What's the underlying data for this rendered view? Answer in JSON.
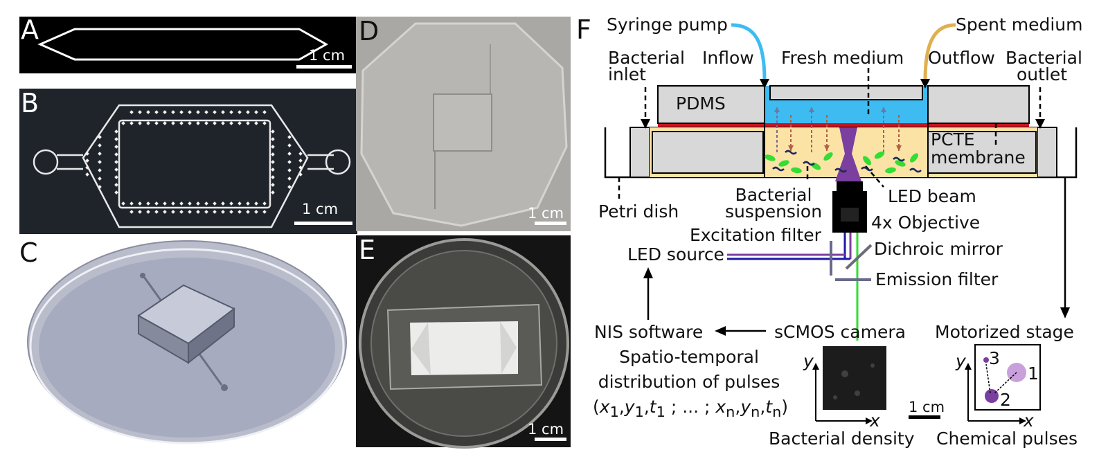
{
  "panels": {
    "a": {
      "label": "A",
      "scale": "1 cm"
    },
    "b": {
      "label": "B",
      "scale": "1 cm"
    },
    "c": {
      "label": "C"
    },
    "d": {
      "label": "D",
      "scale": "1 cm"
    },
    "e": {
      "label": "E",
      "scale": "1 cm"
    },
    "f": {
      "label": "F"
    }
  },
  "schematic": {
    "syringe_pump": "Syringe pump",
    "spent_medium": "Spent medium",
    "bacterial_inlet_1": "Bacterial",
    "bacterial_inlet_2": "inlet",
    "inflow": "Inflow",
    "fresh_medium": "Fresh medium",
    "outflow": "Outflow",
    "bacterial_outlet_1": "Bacterial",
    "bacterial_outlet_2": "outlet",
    "pdms": "PDMS",
    "pcte_1": "PCTE",
    "pcte_2": "membrane",
    "bacterial_suspension_1": "Bacterial",
    "bacterial_suspension_2": "suspension",
    "led_beam": "LED beam",
    "petri_dish": "Petri dish",
    "objective": "4x Objective",
    "excitation_filter": "Excitation filter",
    "dichroic_mirror": "Dichroic mirror",
    "led_source": "LED source",
    "emission_filter": "Emission filter",
    "nis_software": "NIS software",
    "scmos_camera": "sCMOS camera",
    "motorized_stage": "Motorized stage",
    "spatio_1": "Spatio-temporal",
    "spatio_2": "distribution of pulses",
    "axis_y": "y",
    "axis_x": "x",
    "scale_bar": "1 cm",
    "bacterial_density": "Bacterial density",
    "chemical_pulses": "Chemical pulses",
    "pulse_1": "1",
    "pulse_2": "2",
    "pulse_3": "3"
  },
  "colors": {
    "medium_blue": "#3ebcf2",
    "suspension_yellow": "#fbe3a6",
    "membrane_red": "#c8141e",
    "pdms_gray": "#d8d8d8",
    "led_purple": "#7b3fa0",
    "fluor_green": "#33dd33",
    "spent_gold": "#e0b050"
  }
}
